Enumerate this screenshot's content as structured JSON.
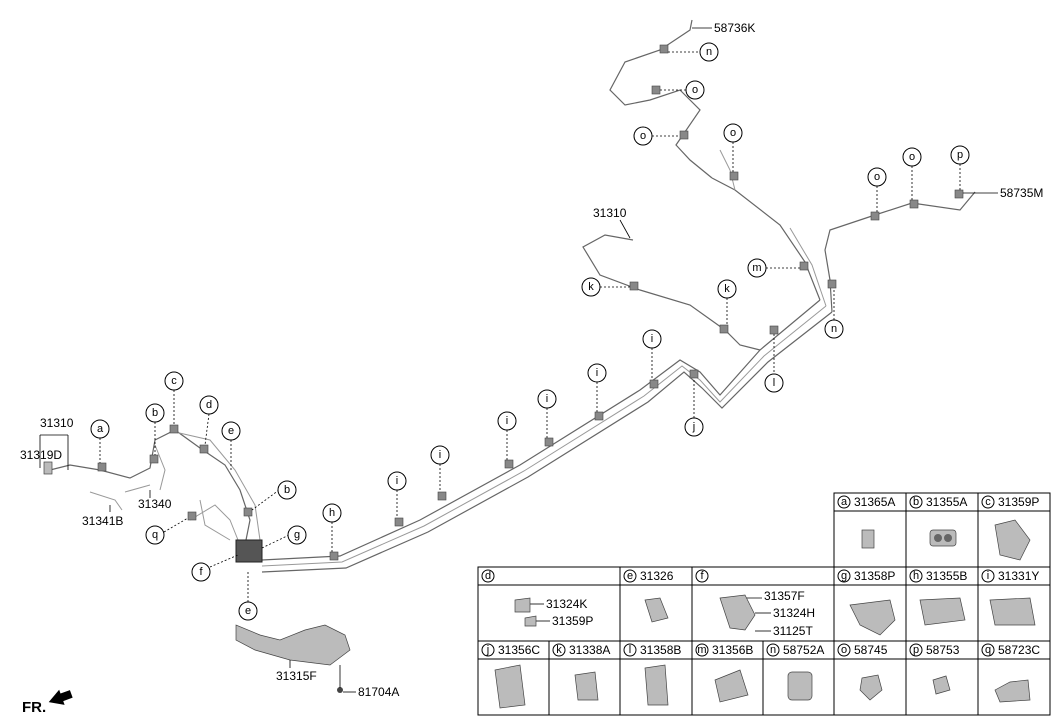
{
  "labels": {
    "p58736K": "58736K",
    "p58735M": "58735M",
    "p31310_top": "31310",
    "p31310_left": "31310",
    "p31319D": "31319D",
    "p31340": "31340",
    "p31341B": "31341B",
    "p31315F": "31315F",
    "p81704A": "81704A",
    "fr": "FR."
  },
  "callouts": {
    "n1": "n",
    "o1": "o",
    "o2": "o",
    "o3": "o",
    "o4": "o",
    "o5": "o",
    "p1": "p",
    "m1": "m",
    "n2": "n",
    "k1": "k",
    "k2": "k",
    "l1": "l",
    "i1": "i",
    "i2": "i",
    "i3": "i",
    "i4": "i",
    "i5": "i",
    "i6": "i",
    "j1": "j",
    "h1": "h",
    "a1": "a",
    "b1": "b",
    "c1": "c",
    "d1": "d",
    "e1": "e",
    "b2": "b",
    "g1": "g",
    "f1": "f",
    "q1": "q",
    "e2": "e"
  },
  "table": {
    "top": [
      {
        "letter": "a",
        "part": "31365A"
      },
      {
        "letter": "b",
        "part": "31355A"
      },
      {
        "letter": "c",
        "part": "31359P"
      }
    ],
    "middle": [
      {
        "letter": "d",
        "part": "",
        "subparts": [
          "31324K",
          "31359P"
        ]
      },
      {
        "letter": "e",
        "part": "31326"
      },
      {
        "letter": "f",
        "part": "",
        "subparts": [
          "31357F",
          "31324H",
          "31125T"
        ]
      },
      {
        "letter": "g",
        "part": "31358P"
      },
      {
        "letter": "h",
        "part": "31355B"
      },
      {
        "letter": "i",
        "part": "31331Y"
      }
    ],
    "bottom": [
      {
        "letter": "j",
        "part": "31356C"
      },
      {
        "letter": "k",
        "part": "31338A"
      },
      {
        "letter": "l",
        "part": "31358B"
      },
      {
        "letter": "m",
        "part": "31356B"
      },
      {
        "letter": "n",
        "part": "58752A"
      },
      {
        "letter": "o",
        "part": "58745"
      },
      {
        "letter": "p",
        "part": "58753"
      },
      {
        "letter": "q",
        "part": "58723C"
      }
    ]
  }
}
